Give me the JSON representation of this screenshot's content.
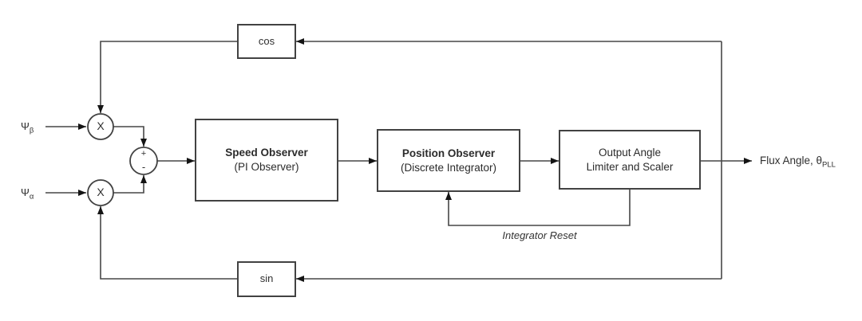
{
  "colors": {
    "line": "#474747",
    "arrow": "#141414",
    "box_border": "#424242",
    "box_fill": "#ffffff",
    "text": "#2b2b2b",
    "background": "#ffffff"
  },
  "inputs": {
    "psi_beta": {
      "base": "Ψ",
      "sub": "β"
    },
    "psi_alpha": {
      "base": "Ψ",
      "sub": "α"
    }
  },
  "blocks": {
    "cos": {
      "label": "cos"
    },
    "sin": {
      "label": "sin"
    },
    "speed_observer": {
      "title": "Speed Observer",
      "subtitle": "(PI Observer)"
    },
    "position_observer": {
      "title": "Position Observer",
      "subtitle": "(Discrete Integrator)"
    },
    "output_angle": {
      "line1": "Output Angle",
      "line2": "Limiter and Scaler"
    }
  },
  "junctions": {
    "multiplier1": "X",
    "multiplier2": "X",
    "sum_plus": "+",
    "sum_minus": "-"
  },
  "labels": {
    "integrator_reset": "Integrator Reset",
    "output": {
      "base": "Flux Angle, θ",
      "sub": "PLL"
    }
  }
}
